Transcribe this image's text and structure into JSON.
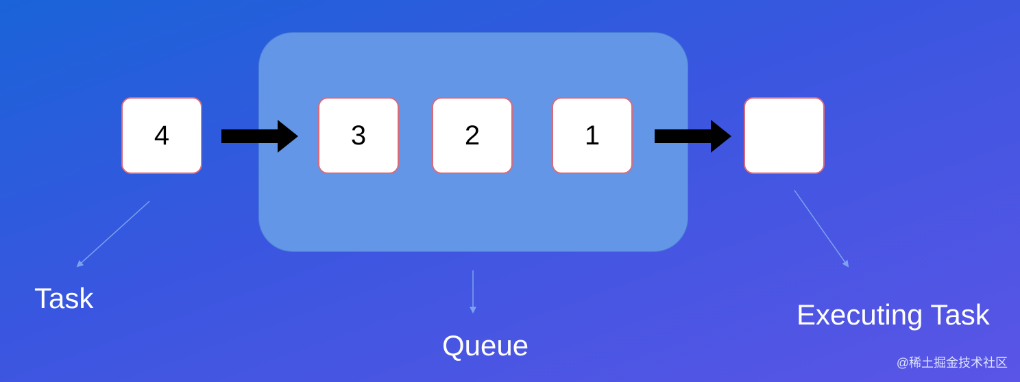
{
  "diagram": {
    "tasks": {
      "incoming": "4",
      "queued": [
        "3",
        "2",
        "1"
      ],
      "executing": ""
    },
    "labels": {
      "task": "Task",
      "queue": "Queue",
      "executing_task": "Executing Task"
    }
  },
  "watermark": "@稀土掘金技术社区",
  "colors": {
    "background_top": "#1a63d8",
    "background_bottom": "#5a55e6",
    "queue_fill": "#6396e6",
    "box_fill": "#ffffff",
    "box_border": "#d96a7a",
    "arrow": "#000000",
    "pointer_line": "#7ea3ee"
  }
}
